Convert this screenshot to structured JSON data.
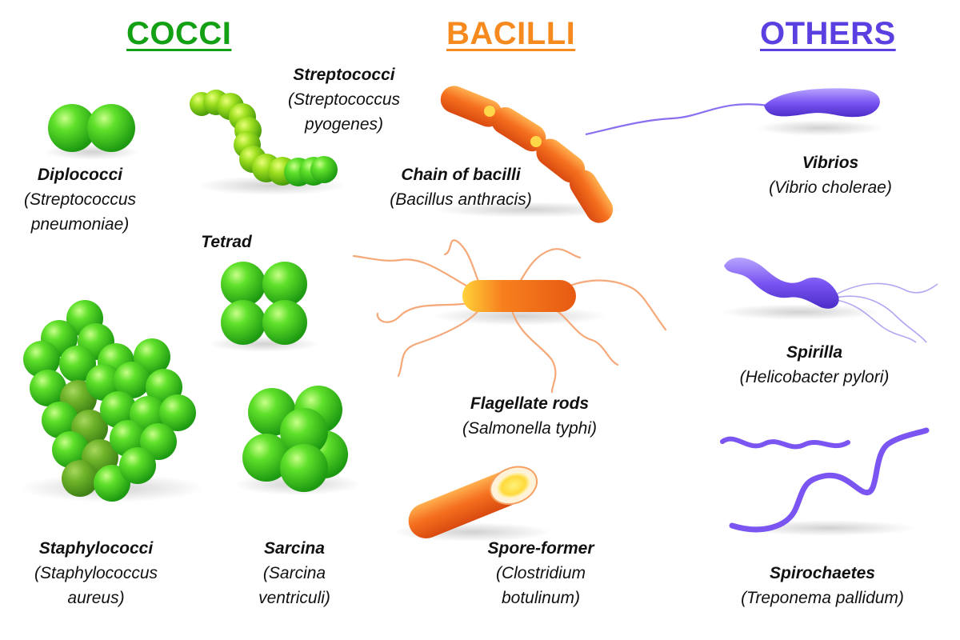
{
  "headings": {
    "cocci": "COCCI",
    "bacilli": "BACILLI",
    "others": "OTHERS"
  },
  "colors": {
    "cocci": "#14a014",
    "bacilli": "#f68a1f",
    "others": "#5b3fe0"
  },
  "labels": {
    "streptococci": {
      "name": "Streptococci",
      "species_line1": "(Streptococcus",
      "species_line2": "pyogenes)"
    },
    "diplococci": {
      "name": "Diplococci",
      "species_line1": "(Streptococcus",
      "species_line2": "pneumoniae)"
    },
    "tetrad": {
      "name": "Tetrad"
    },
    "staphylococci": {
      "name": "Staphylococci",
      "species_line1": "(Staphylococcus",
      "species_line2": "aureus)"
    },
    "sarcina": {
      "name": "Sarcina",
      "species_line1": "(Sarcina",
      "species_line2": "ventriculi)"
    },
    "chain_of_bacilli": {
      "name": "Chain of bacilli",
      "species_line1": "(Bacillus anthracis)"
    },
    "flagellate_rods": {
      "name": "Flagellate rods",
      "species_line1": "(Salmonella typhi)"
    },
    "spore_former": {
      "name": "Spore-former",
      "species_line1": "(Clostridium",
      "species_line2": "botulinum)"
    },
    "vibrios": {
      "name": "Vibrios",
      "species_line1": "(Vibrio cholerae)"
    },
    "spirilla": {
      "name": "Spirilla",
      "species_line1": "(Helicobacter pylori)"
    },
    "spirochaetes": {
      "name": "Spirochaetes",
      "species_line1": "(Treponema pallidum)"
    }
  }
}
